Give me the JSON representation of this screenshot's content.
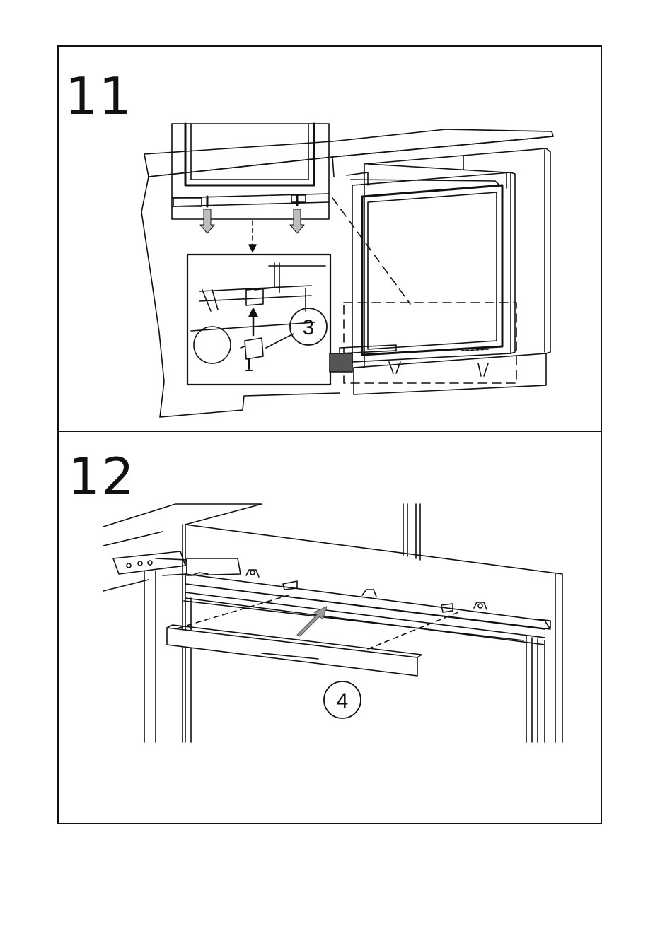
{
  "steps": [
    {
      "number": "11",
      "callout": "3"
    },
    {
      "number": "12",
      "callout": "4"
    }
  ],
  "colors": {
    "line": "#111111",
    "arrow_fill": "#9a9a9a",
    "background": "#ffffff"
  }
}
